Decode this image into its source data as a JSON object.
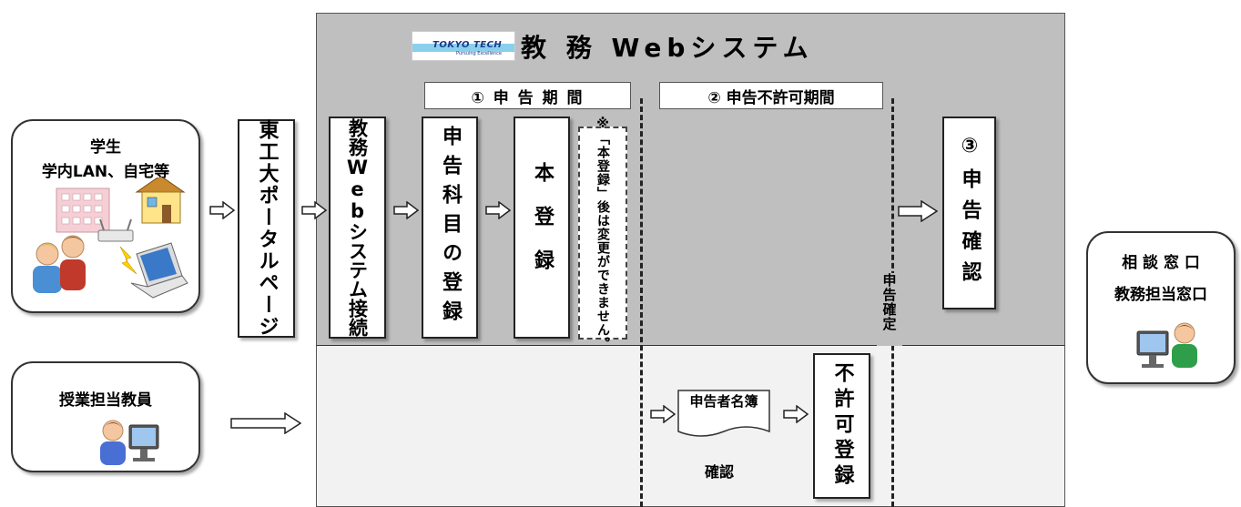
{
  "system": {
    "logo_text": "TOKYO TECH",
    "logo_subtext": "Pursuing Excellence",
    "title": "教 務 Webシステム"
  },
  "periods": {
    "p1": "① 申 告 期 間",
    "p2": "② 申告不許可期間"
  },
  "student": {
    "line1": "学生",
    "line2": "学内LAN、自宅等"
  },
  "teacher": {
    "label": "授業担当教員"
  },
  "consult": {
    "line1": "相 談 窓 口",
    "line2": "教務担当窓口"
  },
  "steps": {
    "portal": "東工大ポータルページ",
    "connect": "教務Webシステム接続",
    "register": "申告科目の登録",
    "final": "本登録",
    "note": "※「本登録」後は変更ができません。",
    "confirm": "③申告確認",
    "fixed": "申告確定",
    "roster": "申告者名簿",
    "roster_check": "確認",
    "deny": "不許可登録"
  }
}
